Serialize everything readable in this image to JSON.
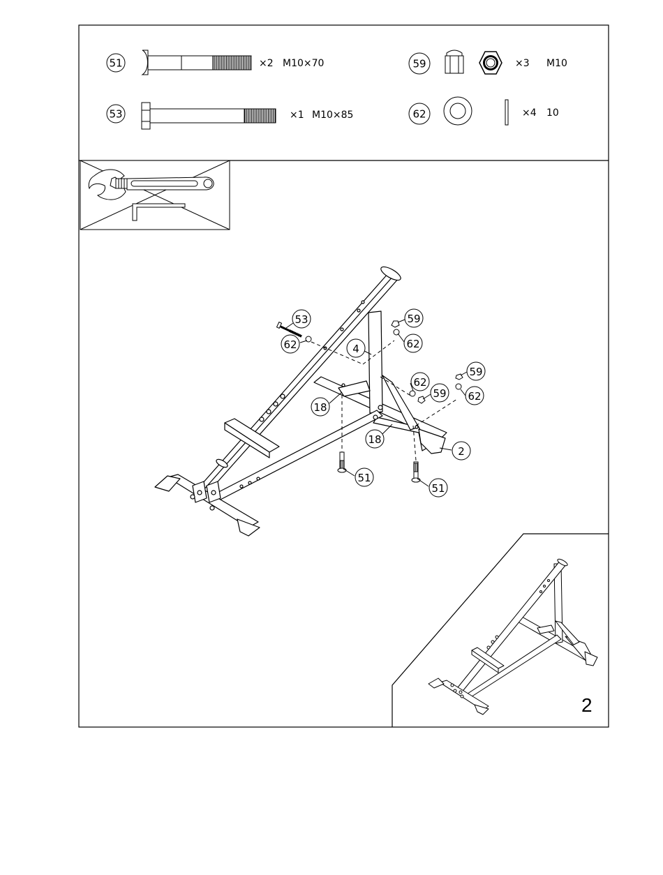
{
  "hardware": [
    {
      "part": "51",
      "qty": "×2",
      "size": "M10×70"
    },
    {
      "part": "53",
      "qty": "×1",
      "size": "M10×85"
    },
    {
      "part": "59",
      "qty": "×3",
      "size": "M10"
    },
    {
      "part": "62",
      "qty": "×4",
      "size": "10"
    }
  ],
  "tools": [
    "adjustable-wrench-icon",
    "allen-key-icon"
  ],
  "callouts": {
    "c53": "53",
    "c62a": "62",
    "c4": "4",
    "c59a": "59",
    "c62b": "62",
    "c62c": "62",
    "c59b": "59",
    "c59c": "59",
    "c62d": "62",
    "c18a": "18",
    "c18b": "18",
    "c2": "2",
    "c51a": "51",
    "c51b": "51"
  },
  "step_number": "2"
}
